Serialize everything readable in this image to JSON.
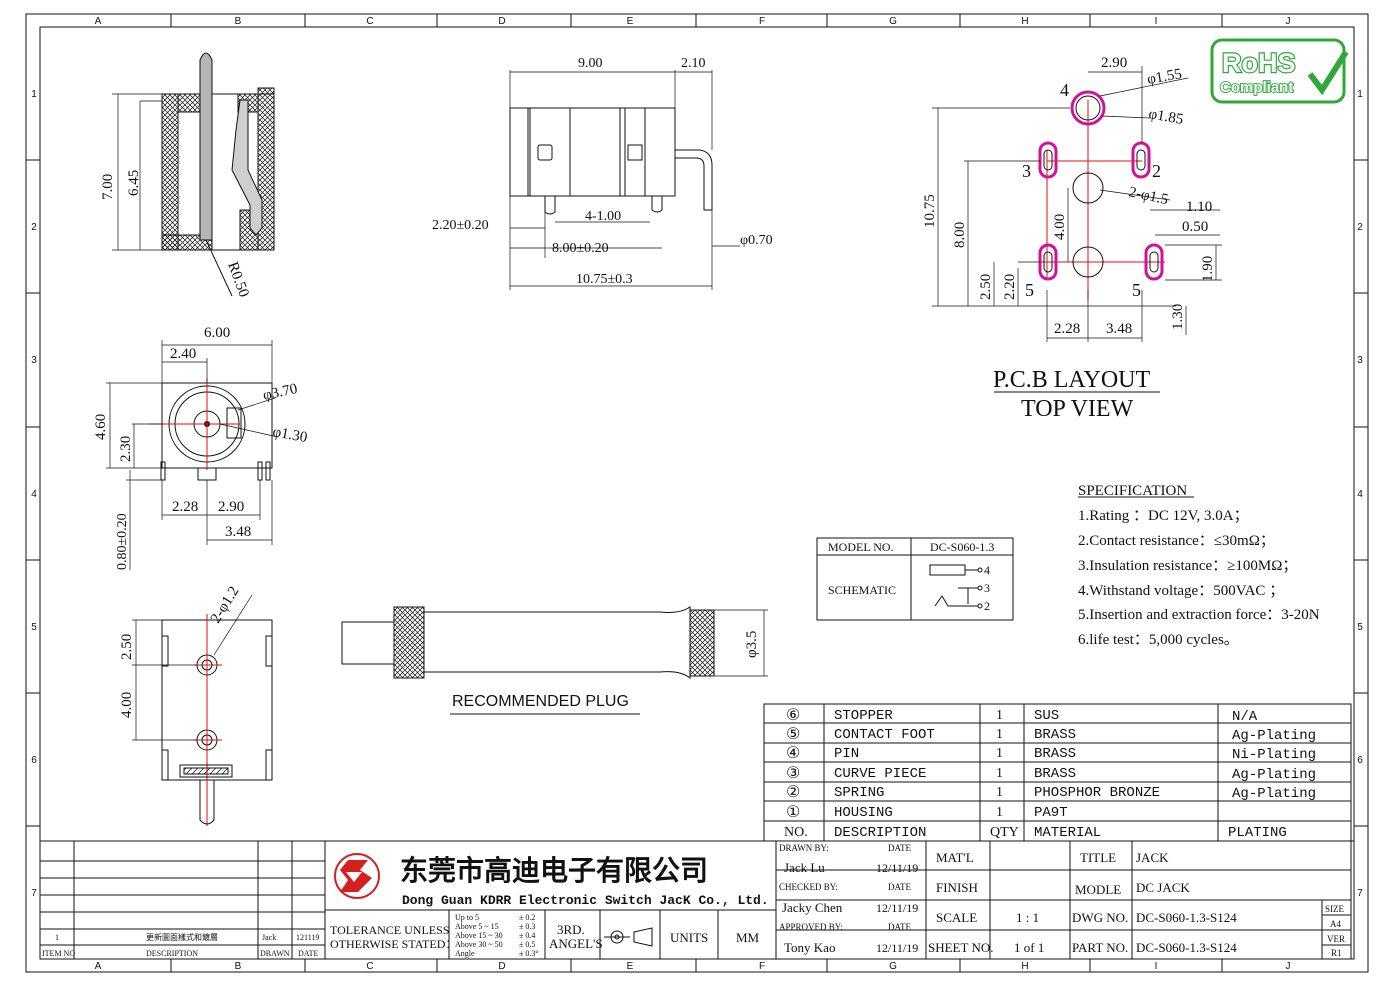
{
  "border": {
    "cols_top": [
      "A",
      "B",
      "C",
      "D",
      "E",
      "F",
      "G",
      "H",
      "I",
      "J"
    ],
    "cols_bottom": [
      "A",
      "B",
      "C",
      "D",
      "E",
      "F",
      "G",
      "H",
      "I",
      "J"
    ],
    "rows": [
      "1",
      "2",
      "3",
      "4",
      "5",
      "6",
      "7"
    ]
  },
  "side_view": {
    "dim_700": "7.00",
    "dim_645": "6.45",
    "radius": "R0.50"
  },
  "front_view": {
    "top": "2.10",
    "width": "9.00",
    "offset": "2.20±0.20",
    "pitch": "4-1.00",
    "width2": "8.00±0.20",
    "total": "10.75±0.3",
    "pin_dia": "φ0.70"
  },
  "face_view": {
    "w": "6.00",
    "h1": "2.40",
    "h": "4.60",
    "h2": "2.30",
    "d1": "φ3.70",
    "d2": "φ1.30",
    "p1": "2.28",
    "p2": "2.90",
    "p3": "3.48",
    "pin": "0.80±0.20"
  },
  "bottom_view": {
    "holes": "2-φ1.2",
    "a": "2.50",
    "b": "4.00"
  },
  "plug": {
    "label": "RECOMMENDED   PLUG",
    "dia": "φ3.5"
  },
  "pcb": {
    "d290": "2.90",
    "d155": "φ1.55",
    "d185": "φ1.85",
    "d15": "2-φ1.5",
    "d110": "1.10",
    "d050": "0.50",
    "d1075": "10.75",
    "d800": "8.00",
    "d400": "4.00",
    "d250": "2.50",
    "d220": "2.20",
    "d190": "1.90",
    "d130": "1.30",
    "d228": "2.28",
    "d348": "3.48",
    "pins": {
      "p4": "4",
      "p3": "3",
      "p2": "2",
      "p5a": "5",
      "p5b": "5"
    },
    "title1": "P.C.B LAYOUT",
    "title2": "TOP VIEW"
  },
  "rohs": {
    "line1": "RoHS",
    "line2": "Compliant"
  },
  "spec": {
    "title": "SPECIFICATION",
    "items": [
      "1.Rating ：DC 12V, 3.0A；",
      "2.Contact resistance：≤30mΩ；",
      "3.Insulation resistance：≥100MΩ；",
      "4.Withstand voltage：500VAC ；",
      "5.Insertion and extraction force：3-20N",
      "6.life test：5,000 cycles。"
    ]
  },
  "model_box": {
    "label": "MODEL NO.",
    "value": "DC-S060-1.3",
    "schematic": "SCHEMATIC",
    "pins": [
      "4",
      "3",
      "2"
    ]
  },
  "bom": {
    "rows": [
      {
        "no": "⑥",
        "desc": "STOPPER",
        "qty": "1",
        "mat": "SUS",
        "plating": "N/A"
      },
      {
        "no": "⑤",
        "desc": "CONTACT FOOT",
        "qty": "1",
        "mat": "BRASS",
        "plating": "Ag-Plating"
      },
      {
        "no": "④",
        "desc": "PIN",
        "qty": "1",
        "mat": "BRASS",
        "plating": "Ni-Plating"
      },
      {
        "no": "③",
        "desc": "CURVE PIECE",
        "qty": "1",
        "mat": "BRASS",
        "plating": "Ag-Plating"
      },
      {
        "no": "②",
        "desc": "SPRING",
        "qty": "1",
        "mat": "PHOSPHOR BRONZE",
        "plating": "Ag-Plating"
      },
      {
        "no": "①",
        "desc": "HOUSING",
        "qty": "1",
        "mat": "PA9T",
        "plating": ""
      }
    ],
    "header": {
      "no": "NO.",
      "desc": "DESCRIPTION",
      "qty": "QTY",
      "mat": "MATERIAL",
      "plating": "PLATING"
    }
  },
  "title_block": {
    "company_cn": "东莞市高迪电子有限公司",
    "company_en": "Dong Guan KDRR  Electronic Switch JacK Co., Ltd.",
    "tol_label1": "TOLERANCE UNLESS",
    "tol_label2": "OTHERWISE STATED：",
    "tol_ranges": [
      "Up to 5",
      "Above 5  ~ 15",
      "Above 15 ~ 30",
      "Above 30 ~ 50",
      "Angle"
    ],
    "tol_values": [
      "± 0.2",
      "± 0.3",
      "± 0.4",
      "± 0.5",
      "± 0.3°"
    ],
    "angle1": "3RD.",
    "angle2": "ANGEL'S",
    "units_label": "UNITS",
    "units_value": "MM",
    "drawn_by": "DRAWN BY:",
    "drawn_name": "Jack  Lu",
    "checked_by": "CHECKED BY:",
    "checked_name": "Jacky Chen",
    "approved_by": "APPROVED BY:",
    "approved_name": "Tony Kao",
    "date_label": "DATE",
    "date": "12/11/19",
    "matl": "MAT'L",
    "finish": "FINISH",
    "scale": "SCALE",
    "scale_v": "1 : 1",
    "sheet": "SHEET NO.",
    "sheet_v": "1 of 1",
    "title_l": "TITLE",
    "title_v": "JACK",
    "model_l": "MODLE",
    "model_v": "DC JACK",
    "dwg_l": "DWG NO.",
    "dwg_v": "DC-S060-1.3-S124",
    "part_l": "PART NO.",
    "part_v": "DC-S060-1.3-S124",
    "size_l": "SIZE",
    "size_v": "A4",
    "ver_l": "VER",
    "ver_v": "R1"
  },
  "revision": {
    "item": "1",
    "desc": "更新圖面樣式和鍍層",
    "drawn": "Jack",
    "date": "121119",
    "h_item": "ITEM NO",
    "h_desc": "DESCRIPTION",
    "h_drawn": "DRAWN",
    "h_date": "DATE"
  }
}
